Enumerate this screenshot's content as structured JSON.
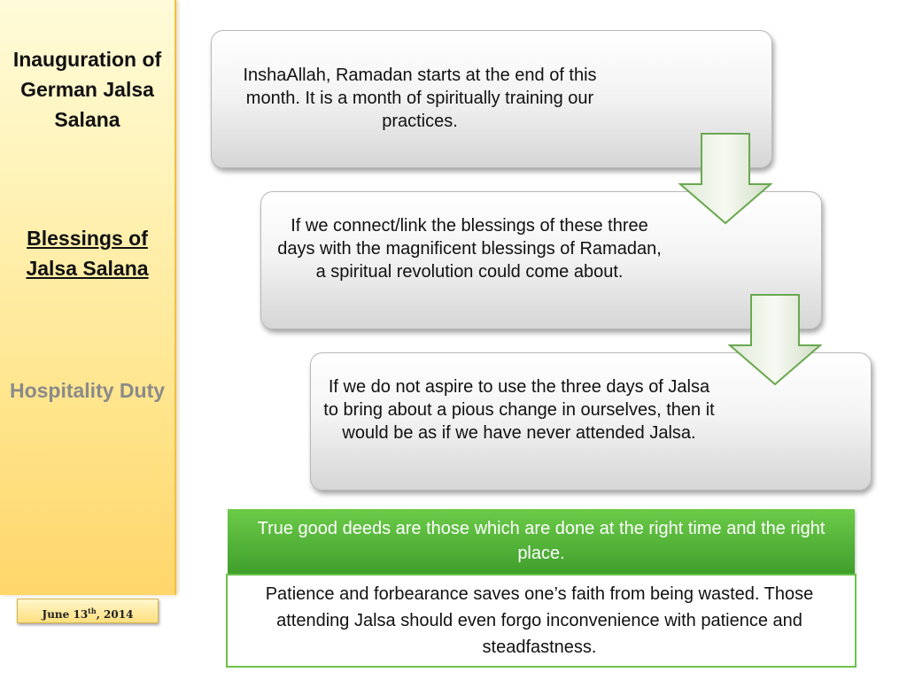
{
  "sidebar": {
    "title1": "Inauguration of German Jalsa Salana",
    "title2": "Blessings of Jalsa Salana",
    "title3": "Hospitality Duty",
    "date_main": "June 13",
    "date_sup": "th",
    "date_year": ", 2014"
  },
  "flow": {
    "step1": "InshaAllah, Ramadan starts at the end of this month. It is a month of spiritually training our practices.",
    "step2": "If we connect/link the blessings of these three days with the magnificent blessings of Ramadan, a spiritual revolution could come about.",
    "step3": "If we do not aspire to use the three days of Jalsa to bring about a pious change in ourselves, then it would be as if we have never attended Jalsa."
  },
  "callout": {
    "heading": "True good deeds are those which are done at the right time and the right place.",
    "body": "Patience and forbearance saves one’s faith from being wasted. Those attending Jalsa should even forgo inconvenience with patience and steadfastness."
  },
  "colors": {
    "sidebar": "#ffe48a",
    "green": "#4caf36",
    "arrow_fill": "#e8f0e0",
    "arrow_stroke": "#6aa84f"
  },
  "icons": {
    "flow_arrow": "down-arrow-icon"
  }
}
